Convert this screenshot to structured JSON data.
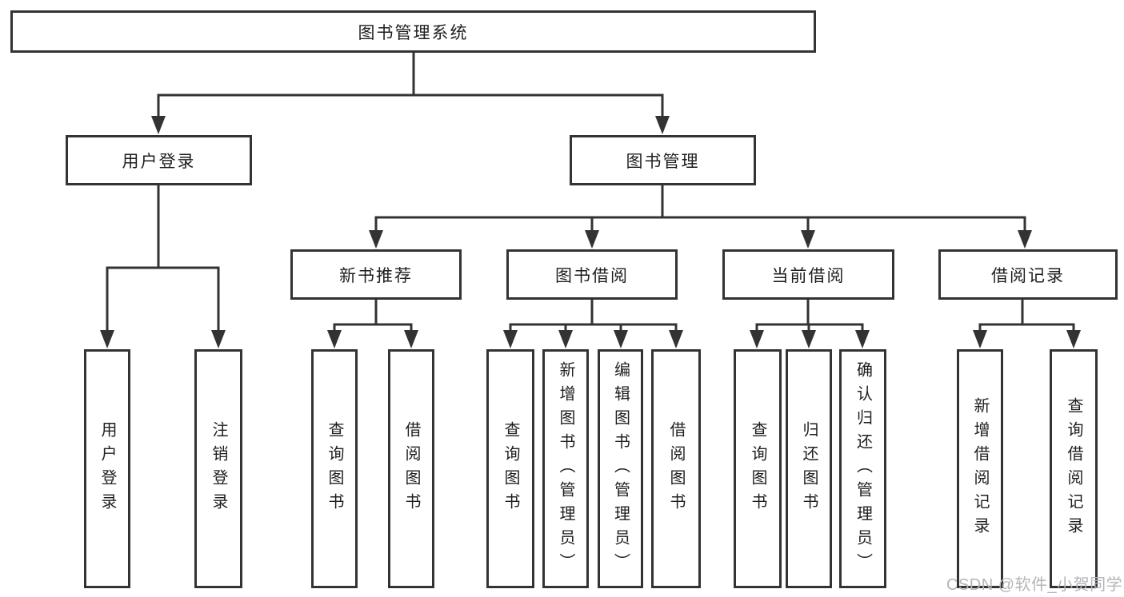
{
  "page": {
    "background": "#ffffff",
    "line_color": "#333333",
    "box_border_color": "#333333",
    "text_color": "#1f1f1f"
  },
  "watermark": {
    "text": "CSDN @软件_小贺同学",
    "color": "#b4b5b9"
  },
  "diagram": {
    "root": "图书管理系统",
    "level2": {
      "user_login": "用户登录",
      "book_management": "图书管理"
    },
    "level3": {
      "new_book_recommend": "新书推荐",
      "book_borrowing": "图书借阅",
      "current_borrowing": "当前借阅",
      "borrowing_records": "借阅记录"
    },
    "leaves": {
      "user_login": [
        "用户登录",
        "注销登录"
      ],
      "new_book_recommend": [
        "查询图书",
        "借阅图书"
      ],
      "book_borrowing": [
        "查询图书",
        "新增图书（管理员）",
        "编辑图书（管理员）",
        "借阅图书"
      ],
      "current_borrowing": [
        "查询图书",
        "归还图书",
        "确认归还（管理员）"
      ],
      "borrowing_records": [
        "新增借阅记录",
        "查询借阅记录"
      ]
    }
  }
}
